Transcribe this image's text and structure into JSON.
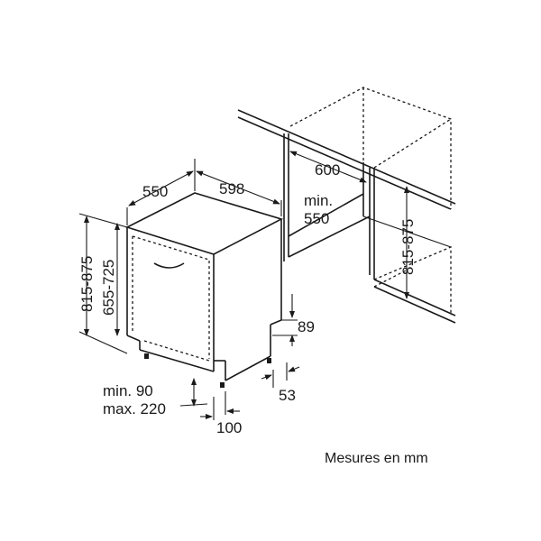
{
  "dimensions": {
    "depth": "550",
    "width": "598",
    "niche_depth": "600",
    "niche_min_label": "min.",
    "niche_min_value": "550",
    "niche_height": "815-875",
    "total_height": "815-875",
    "body_height": "655-725",
    "plinth_height": "89",
    "plinth_depth": "53",
    "plinth_range_min": "min. 90",
    "plinth_range_max": "max. 220",
    "foot_offset": "100"
  },
  "caption": "Mesures en mm"
}
